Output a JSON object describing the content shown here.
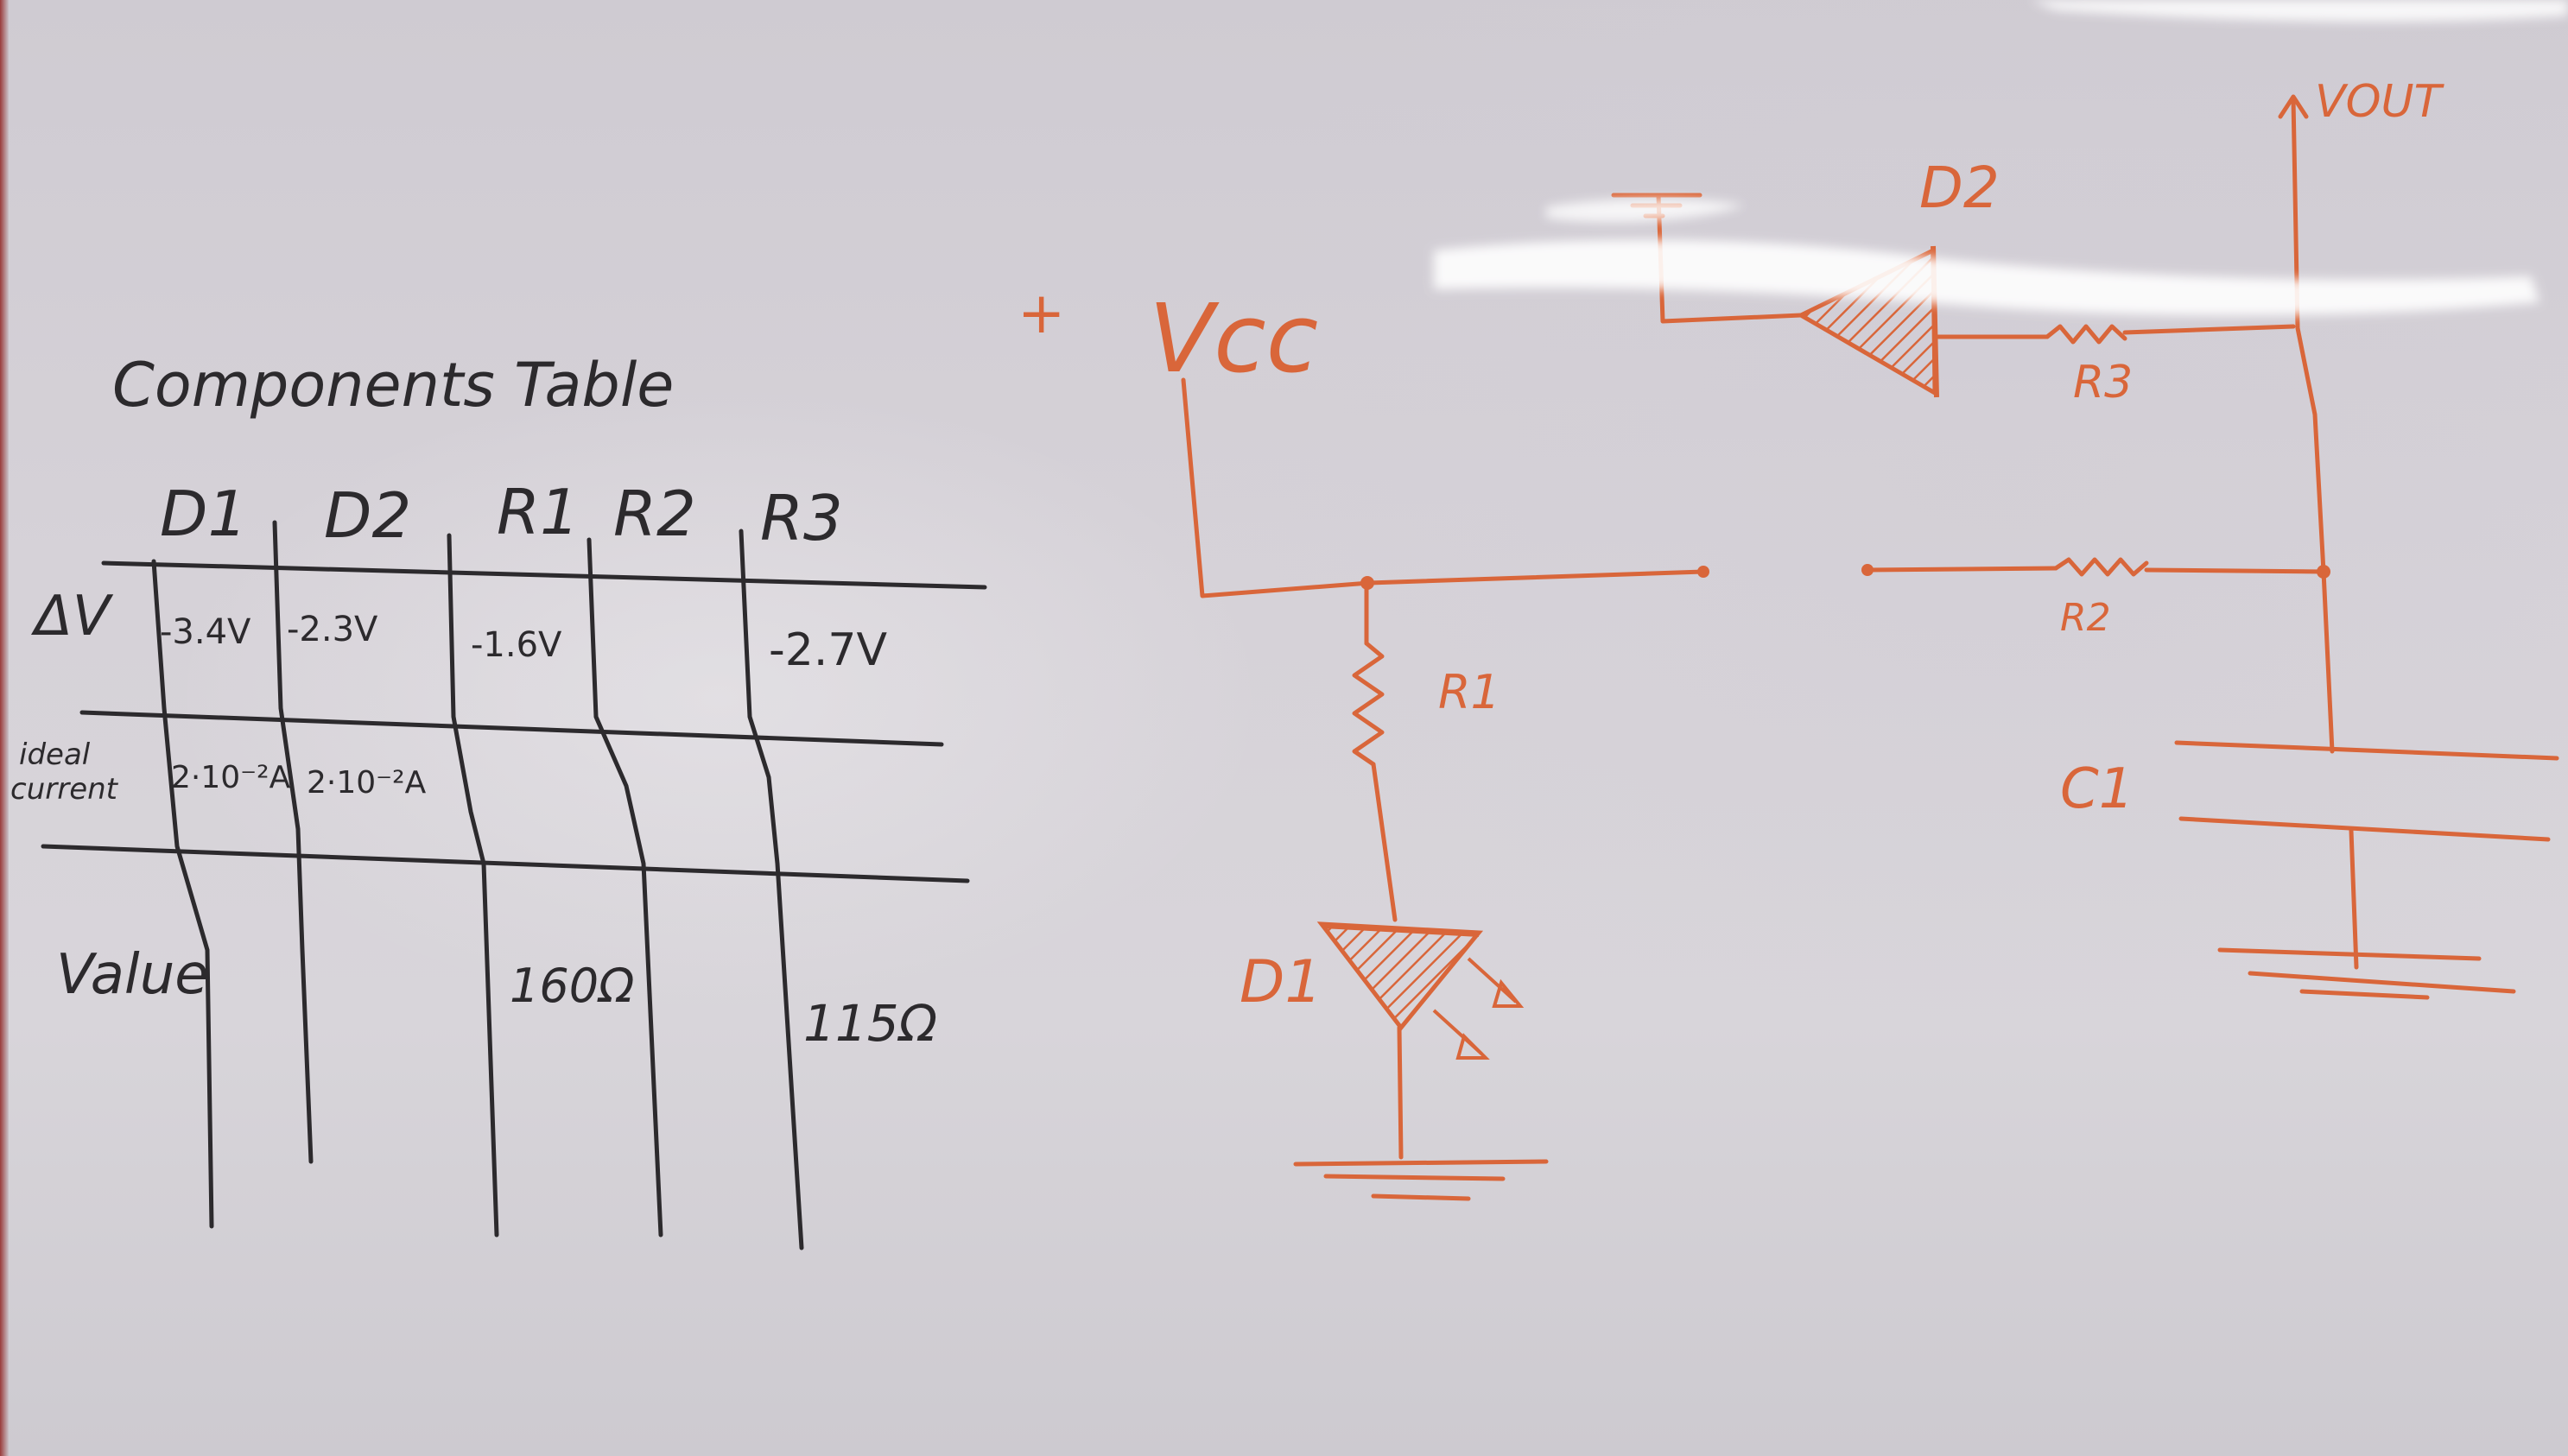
{
  "board": {
    "colors": {
      "marker_dark": "#2c2a2d",
      "marker_orange": "#d9663a",
      "glare": "#ffffff"
    }
  },
  "table": {
    "title": "Components Table",
    "columns": [
      "D1",
      "D2",
      "R1",
      "R2",
      "R3"
    ],
    "rows": [
      {
        "label": "ΔV",
        "cells": [
          "-3.4V",
          "-2.3V",
          "-1.6V",
          "",
          "-2.7V"
        ]
      },
      {
        "label_line1": "ideal",
        "label_line2": "current",
        "cells": [
          "2·10⁻²A",
          "2·10⁻²A",
          "",
          "",
          ""
        ]
      },
      {
        "label": "Value",
        "cells": [
          "",
          "",
          "160Ω",
          "",
          "115Ω"
        ]
      }
    ]
  },
  "circuit": {
    "plus": "+",
    "vcc": "Vcc",
    "vout": "VOUT",
    "labels": {
      "r1": "R1",
      "r2": "R2",
      "r3": "R3",
      "d1": "D1",
      "d2": "D2",
      "c1": "C1"
    }
  }
}
